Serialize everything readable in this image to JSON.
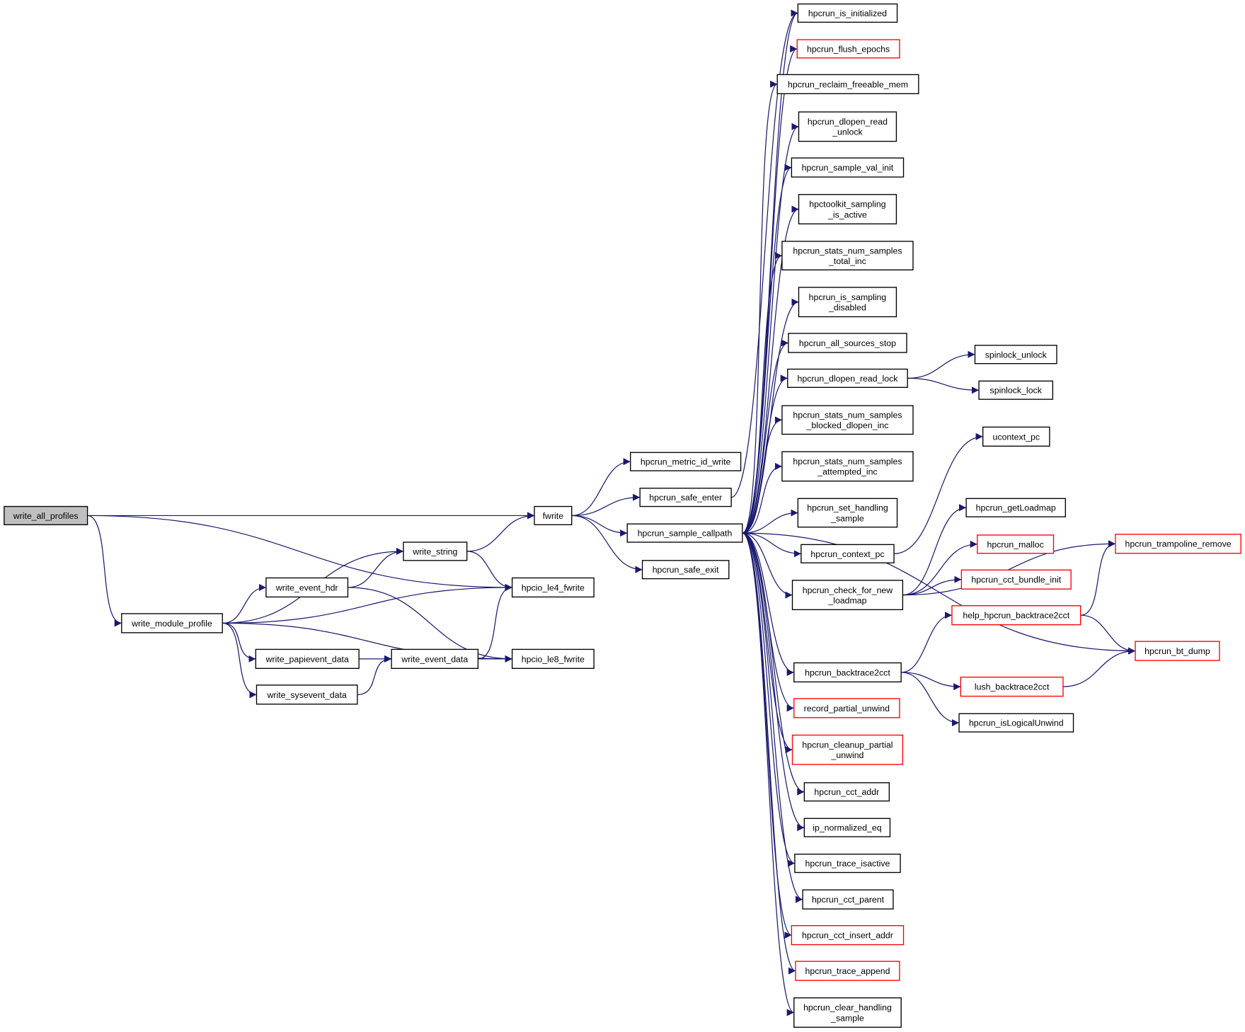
{
  "colors": {
    "edge": "#191970",
    "root_fill": "#bfbfbf",
    "normal_border": "#000000",
    "unexpanded_border": "#ff0000"
  },
  "nodes": [
    {
      "id": "write_all_profiles",
      "lines": [
        "write_all_profiles"
      ],
      "root": true
    },
    {
      "id": "write_module_profile",
      "lines": [
        "write_module_profile"
      ]
    },
    {
      "id": "write_event_hdr",
      "lines": [
        "write_event_hdr"
      ]
    },
    {
      "id": "write_string",
      "lines": [
        "write_string"
      ]
    },
    {
      "id": "write_papievent_data",
      "lines": [
        "write_papievent_data"
      ]
    },
    {
      "id": "write_sysevent_data",
      "lines": [
        "write_sysevent_data"
      ]
    },
    {
      "id": "write_event_data",
      "lines": [
        "write_event_data"
      ]
    },
    {
      "id": "fwrite",
      "lines": [
        "fwrite"
      ]
    },
    {
      "id": "hpcio_le4_fwrite",
      "lines": [
        "hpcio_le4_fwrite"
      ]
    },
    {
      "id": "hpcio_le8_fwrite",
      "lines": [
        "hpcio_le8_fwrite"
      ]
    },
    {
      "id": "hpcrun_metric_id_write",
      "lines": [
        "hpcrun_metric_id_write"
      ]
    },
    {
      "id": "hpcrun_safe_enter",
      "lines": [
        "hpcrun_safe_enter"
      ]
    },
    {
      "id": "hpcrun_sample_callpath",
      "lines": [
        "hpcrun_sample_callpath"
      ]
    },
    {
      "id": "hpcrun_safe_exit",
      "lines": [
        "hpcrun_safe_exit"
      ]
    },
    {
      "id": "hpcrun_is_initialized",
      "lines": [
        "hpcrun_is_initialized"
      ]
    },
    {
      "id": "hpcrun_flush_epochs",
      "lines": [
        "hpcrun_flush_epochs"
      ],
      "red": true
    },
    {
      "id": "hpcrun_reclaim_freeable_mem",
      "lines": [
        "hpcrun_reclaim_freeable_mem"
      ]
    },
    {
      "id": "hpcrun_dlopen_read_unlock",
      "lines": [
        "hpcrun_dlopen_read",
        "_unlock"
      ]
    },
    {
      "id": "hpcrun_sample_val_init",
      "lines": [
        "hpcrun_sample_val_init"
      ]
    },
    {
      "id": "hpctoolkit_sampling_is_active",
      "lines": [
        "hpctoolkit_sampling",
        "_is_active"
      ]
    },
    {
      "id": "hpcrun_stats_num_samples_total_inc",
      "lines": [
        "hpcrun_stats_num_samples",
        "_total_inc"
      ]
    },
    {
      "id": "hpcrun_is_sampling_disabled",
      "lines": [
        "hpcrun_is_sampling",
        "_disabled"
      ]
    },
    {
      "id": "hpcrun_all_sources_stop",
      "lines": [
        "hpcrun_all_sources_stop"
      ]
    },
    {
      "id": "hpcrun_dlopen_read_lock",
      "lines": [
        "hpcrun_dlopen_read_lock"
      ]
    },
    {
      "id": "hpcrun_stats_num_samples_blocked_dlopen_inc",
      "lines": [
        "hpcrun_stats_num_samples",
        "_blocked_dlopen_inc"
      ]
    },
    {
      "id": "hpcrun_stats_num_samples_attempted_inc",
      "lines": [
        "hpcrun_stats_num_samples",
        "_attempted_inc"
      ]
    },
    {
      "id": "hpcrun_set_handling_sample",
      "lines": [
        "hpcrun_set_handling",
        "_sample"
      ]
    },
    {
      "id": "hpcrun_context_pc",
      "lines": [
        "hpcrun_context_pc"
      ]
    },
    {
      "id": "hpcrun_check_for_new_loadmap",
      "lines": [
        "hpcrun_check_for_new",
        "_loadmap"
      ]
    },
    {
      "id": "hpcrun_backtrace2cct",
      "lines": [
        "hpcrun_backtrace2cct"
      ]
    },
    {
      "id": "record_partial_unwind",
      "lines": [
        "record_partial_unwind"
      ],
      "red": true
    },
    {
      "id": "hpcrun_cleanup_partial_unwind",
      "lines": [
        "hpcrun_cleanup_partial",
        "_unwind"
      ],
      "red": true
    },
    {
      "id": "hpcrun_cct_addr",
      "lines": [
        "hpcrun_cct_addr"
      ]
    },
    {
      "id": "ip_normalized_eq",
      "lines": [
        "ip_normalized_eq"
      ]
    },
    {
      "id": "hpcrun_trace_isactive",
      "lines": [
        "hpcrun_trace_isactive"
      ]
    },
    {
      "id": "hpcrun_cct_parent",
      "lines": [
        "hpcrun_cct_parent"
      ]
    },
    {
      "id": "hpcrun_cct_insert_addr",
      "lines": [
        "hpcrun_cct_insert_addr"
      ],
      "red": true
    },
    {
      "id": "hpcrun_trace_append",
      "lines": [
        "hpcrun_trace_append"
      ],
      "red": true
    },
    {
      "id": "hpcrun_clear_handling_sample",
      "lines": [
        "hpcrun_clear_handling",
        "_sample"
      ]
    },
    {
      "id": "spinlock_unlock",
      "lines": [
        "spinlock_unlock"
      ]
    },
    {
      "id": "spinlock_lock",
      "lines": [
        "spinlock_lock"
      ]
    },
    {
      "id": "ucontext_pc",
      "lines": [
        "ucontext_pc"
      ]
    },
    {
      "id": "hpcrun_getLoadmap",
      "lines": [
        "hpcrun_getLoadmap"
      ]
    },
    {
      "id": "hpcrun_malloc",
      "lines": [
        "hpcrun_malloc"
      ],
      "red": true
    },
    {
      "id": "hpcrun_cct_bundle_init",
      "lines": [
        "hpcrun_cct_bundle_init"
      ],
      "red": true
    },
    {
      "id": "help_hpcrun_backtrace2cct",
      "lines": [
        "help_hpcrun_backtrace2cct"
      ],
      "red": true
    },
    {
      "id": "lush_backtrace2cct",
      "lines": [
        "lush_backtrace2cct"
      ],
      "red": true
    },
    {
      "id": "hpcrun_isLogicalUnwind",
      "lines": [
        "hpcrun_isLogicalUnwind"
      ]
    },
    {
      "id": "hpcrun_trampoline_remove",
      "lines": [
        "hpcrun_trampoline_remove"
      ],
      "red": true
    },
    {
      "id": "hpcrun_bt_dump",
      "lines": [
        "hpcrun_bt_dump"
      ],
      "red": true
    }
  ],
  "edges": [
    [
      "write_all_profiles",
      "fwrite"
    ],
    [
      "write_all_profiles",
      "hpcio_le4_fwrite"
    ],
    [
      "write_all_profiles",
      "write_module_profile"
    ],
    [
      "write_module_profile",
      "write_string"
    ],
    [
      "write_module_profile",
      "write_event_hdr"
    ],
    [
      "write_module_profile",
      "hpcio_le4_fwrite"
    ],
    [
      "write_module_profile",
      "write_papievent_data"
    ],
    [
      "write_module_profile",
      "write_sysevent_data"
    ],
    [
      "write_module_profile",
      "hpcio_le8_fwrite"
    ],
    [
      "write_event_hdr",
      "write_string"
    ],
    [
      "write_event_hdr",
      "hpcio_le8_fwrite"
    ],
    [
      "write_string",
      "fwrite"
    ],
    [
      "write_string",
      "hpcio_le4_fwrite"
    ],
    [
      "write_papievent_data",
      "write_event_data"
    ],
    [
      "write_sysevent_data",
      "write_event_data"
    ],
    [
      "write_event_data",
      "hpcio_le4_fwrite"
    ],
    [
      "write_event_data",
      "hpcio_le8_fwrite"
    ],
    [
      "fwrite",
      "hpcrun_metric_id_write"
    ],
    [
      "fwrite",
      "hpcrun_safe_enter"
    ],
    [
      "fwrite",
      "hpcrun_sample_callpath"
    ],
    [
      "fwrite",
      "hpcrun_safe_exit"
    ],
    [
      "hpcrun_safe_enter",
      "hpcrun_is_initialized"
    ],
    [
      "hpcrun_sample_callpath",
      "hpcrun_is_initialized"
    ],
    [
      "hpcrun_sample_callpath",
      "hpcrun_flush_epochs"
    ],
    [
      "hpcrun_sample_callpath",
      "hpcrun_reclaim_freeable_mem"
    ],
    [
      "hpcrun_sample_callpath",
      "hpcrun_dlopen_read_unlock"
    ],
    [
      "hpcrun_sample_callpath",
      "hpcrun_sample_val_init"
    ],
    [
      "hpcrun_sample_callpath",
      "hpctoolkit_sampling_is_active"
    ],
    [
      "hpcrun_sample_callpath",
      "hpcrun_stats_num_samples_total_inc"
    ],
    [
      "hpcrun_sample_callpath",
      "hpcrun_is_sampling_disabled"
    ],
    [
      "hpcrun_sample_callpath",
      "hpcrun_all_sources_stop"
    ],
    [
      "hpcrun_sample_callpath",
      "hpcrun_dlopen_read_lock"
    ],
    [
      "hpcrun_sample_callpath",
      "hpcrun_stats_num_samples_blocked_dlopen_inc"
    ],
    [
      "hpcrun_sample_callpath",
      "hpcrun_stats_num_samples_attempted_inc"
    ],
    [
      "hpcrun_sample_callpath",
      "hpcrun_set_handling_sample"
    ],
    [
      "hpcrun_sample_callpath",
      "hpcrun_context_pc"
    ],
    [
      "hpcrun_sample_callpath",
      "hpcrun_check_for_new_loadmap"
    ],
    [
      "hpcrun_sample_callpath",
      "hpcrun_bt_dump"
    ],
    [
      "hpcrun_sample_callpath",
      "hpcrun_backtrace2cct"
    ],
    [
      "hpcrun_sample_callpath",
      "record_partial_unwind"
    ],
    [
      "hpcrun_sample_callpath",
      "hpcrun_cleanup_partial_unwind"
    ],
    [
      "hpcrun_sample_callpath",
      "hpcrun_cct_addr"
    ],
    [
      "hpcrun_sample_callpath",
      "ip_normalized_eq"
    ],
    [
      "hpcrun_sample_callpath",
      "hpcrun_trace_isactive"
    ],
    [
      "hpcrun_sample_callpath",
      "hpcrun_cct_parent"
    ],
    [
      "hpcrun_sample_callpath",
      "hpcrun_cct_insert_addr"
    ],
    [
      "hpcrun_sample_callpath",
      "hpcrun_trace_append"
    ],
    [
      "hpcrun_sample_callpath",
      "hpcrun_clear_handling_sample"
    ],
    [
      "hpcrun_dlopen_read_lock",
      "spinlock_unlock"
    ],
    [
      "hpcrun_dlopen_read_lock",
      "spinlock_lock"
    ],
    [
      "hpcrun_context_pc",
      "ucontext_pc"
    ],
    [
      "hpcrun_check_for_new_loadmap",
      "hpcrun_trampoline_remove"
    ],
    [
      "hpcrun_check_for_new_loadmap",
      "hpcrun_getLoadmap"
    ],
    [
      "hpcrun_check_for_new_loadmap",
      "hpcrun_malloc"
    ],
    [
      "hpcrun_check_for_new_loadmap",
      "hpcrun_cct_bundle_init"
    ],
    [
      "hpcrun_backtrace2cct",
      "help_hpcrun_backtrace2cct"
    ],
    [
      "hpcrun_backtrace2cct",
      "lush_backtrace2cct"
    ],
    [
      "hpcrun_backtrace2cct",
      "hpcrun_isLogicalUnwind"
    ],
    [
      "help_hpcrun_backtrace2cct",
      "hpcrun_trampoline_remove"
    ],
    [
      "help_hpcrun_backtrace2cct",
      "hpcrun_bt_dump"
    ],
    [
      "lush_backtrace2cct",
      "hpcrun_bt_dump"
    ]
  ]
}
